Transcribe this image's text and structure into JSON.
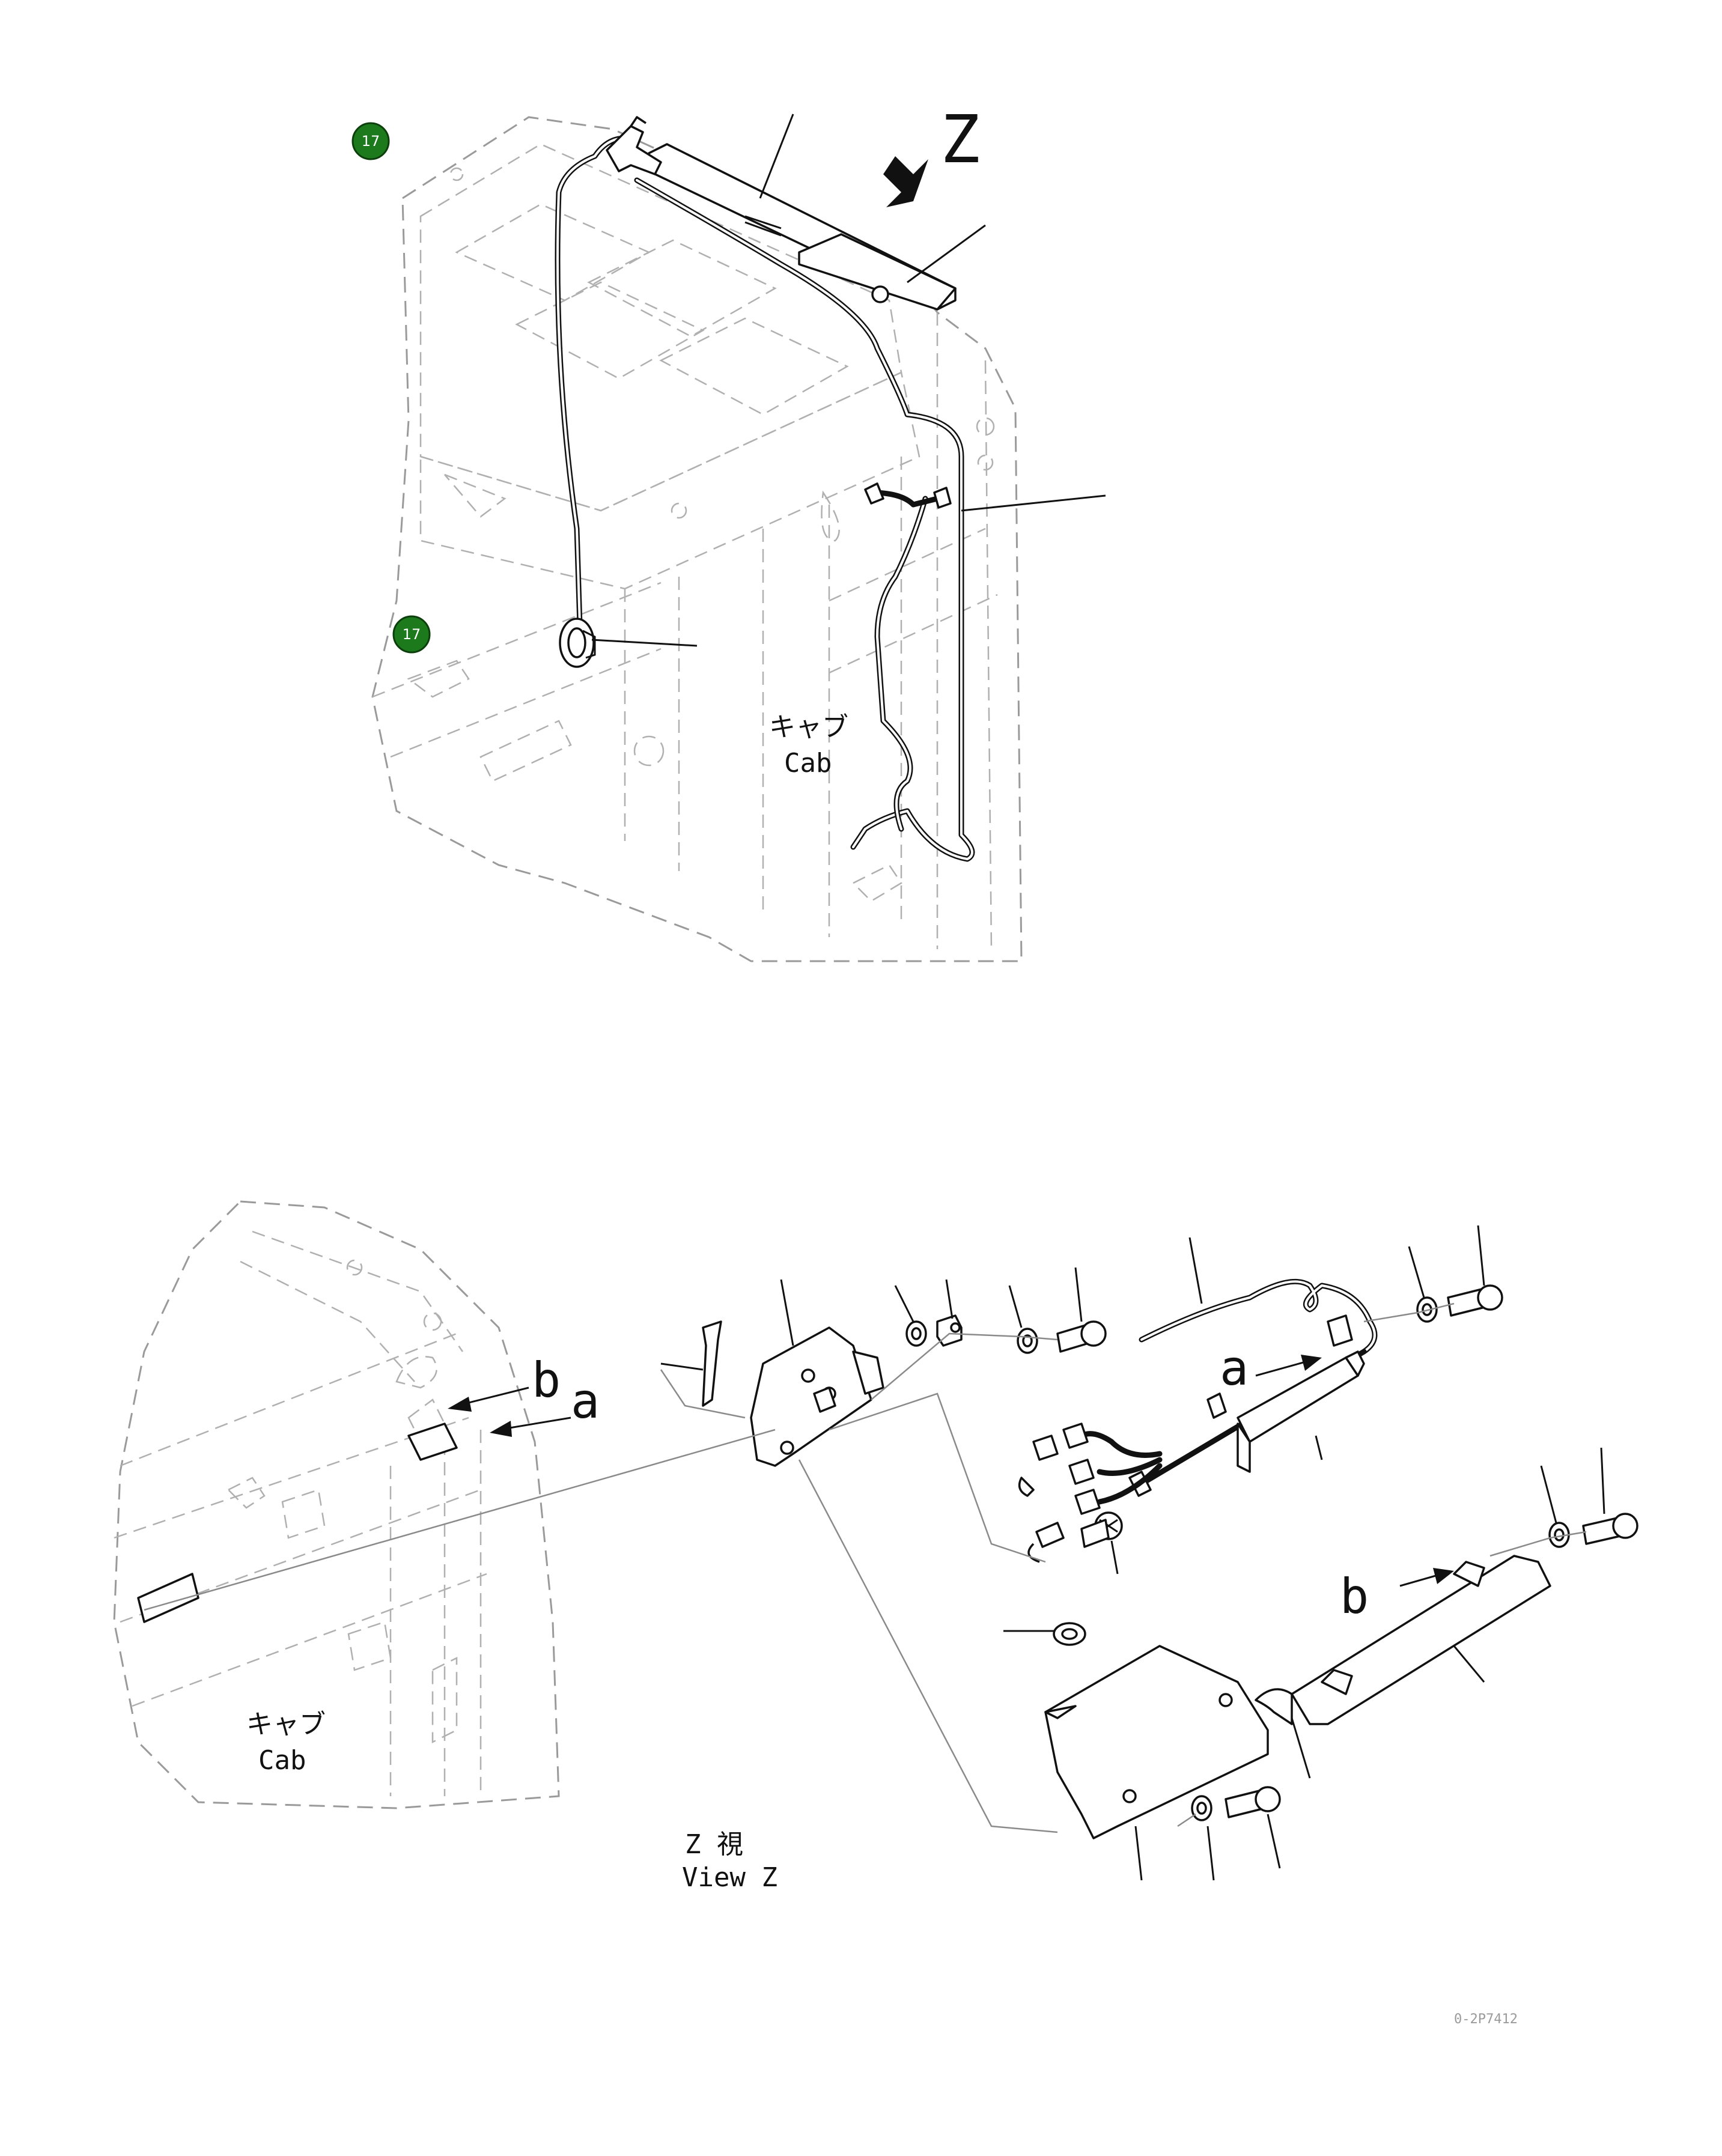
{
  "callouts": [
    "17",
    "17"
  ],
  "labels": {
    "view_arrow_letter": "Z",
    "cab_jp_top": "キャブ",
    "cab_en_top": "Cab",
    "cab_jp_bottom": "キャブ",
    "cab_en_bottom": "Cab",
    "view_jp": "Z 視",
    "view_en": "View Z",
    "mark_a_left": "a",
    "mark_b_left": "b",
    "mark_a_right": "a",
    "mark_b_right": "b"
  },
  "reference_number": "0-2P7412",
  "colors": {
    "callout_badge": "#1c7a1c",
    "line_art": "#111111",
    "phantom_lines": "#9a9a9a"
  }
}
